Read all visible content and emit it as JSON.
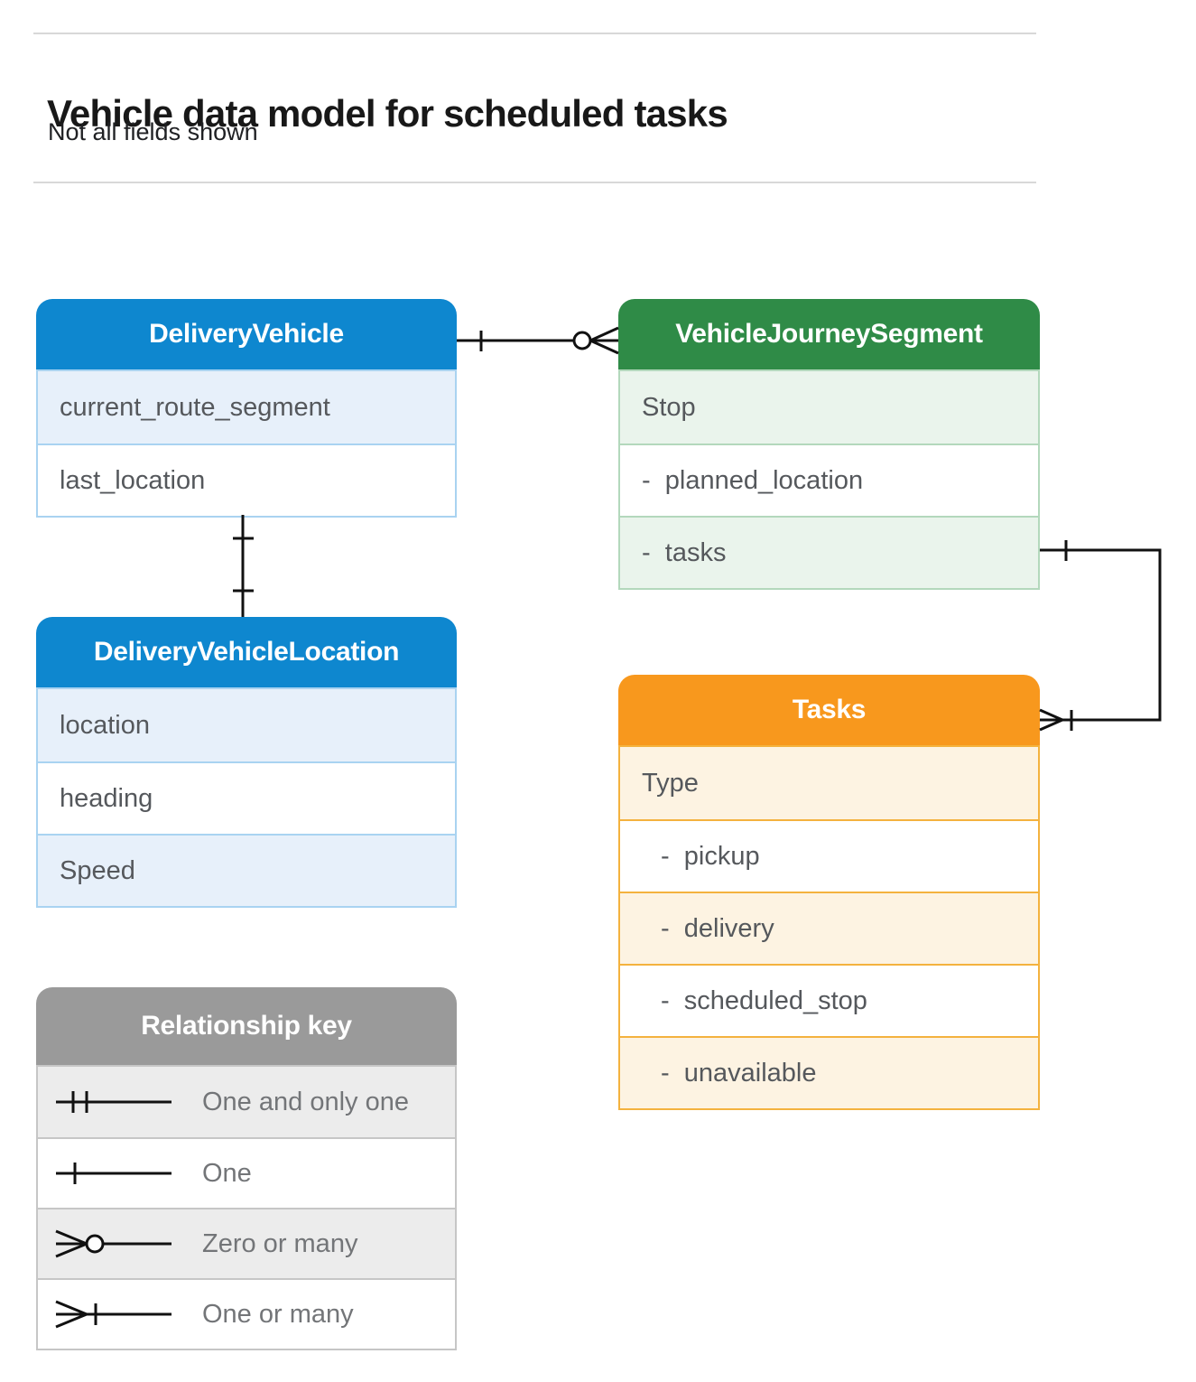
{
  "page": {
    "title": "Vehicle data model for scheduled tasks",
    "subtitle": "Not all fields shown"
  },
  "entities": [
    {
      "name": "DeliveryVehicle",
      "color": "#0e87cf",
      "row_tint": "#e7f0fa",
      "fields": [
        {
          "label": "current_route_segment"
        },
        {
          "label": "last_location"
        }
      ]
    },
    {
      "name": "VehicleJourneySegment",
      "color": "#2f8b47",
      "row_tint": "#eaf4ec",
      "fields": [
        {
          "label": "Stop"
        },
        {
          "label": "-  planned_location"
        },
        {
          "label": "-  tasks"
        }
      ]
    },
    {
      "name": "DeliveryVehicleLocation",
      "color": "#0e87cf",
      "row_tint": "#e7f0fa",
      "fields": [
        {
          "label": "location"
        },
        {
          "label": "heading"
        },
        {
          "label": "Speed"
        }
      ]
    },
    {
      "name": "Tasks",
      "color": "#f8981d",
      "row_tint": "#fdf3e2",
      "fields": [
        {
          "label": "Type"
        },
        {
          "label": "-  pickup"
        },
        {
          "label": "-  delivery"
        },
        {
          "label": "-  scheduled_stop"
        },
        {
          "label": "-  unavailable"
        }
      ]
    }
  ],
  "legend": {
    "title": "Relationship key",
    "color": "#9a9a9a",
    "items": [
      {
        "symbol": "one-and-only-one",
        "label": "One and only one"
      },
      {
        "symbol": "one",
        "label": "One"
      },
      {
        "symbol": "zero-or-many",
        "label": "Zero or many"
      },
      {
        "symbol": "one-or-many",
        "label": "One or many"
      }
    ]
  },
  "relationships": [
    {
      "from": "DeliveryVehicle",
      "to": "VehicleJourneySegment",
      "from_cardinality": "one",
      "to_cardinality": "zero-or-many"
    },
    {
      "from": "DeliveryVehicle",
      "to": "DeliveryVehicleLocation",
      "from_cardinality": "one",
      "to_cardinality": "one"
    },
    {
      "from": "VehicleJourneySegment.tasks",
      "to": "Tasks",
      "from_cardinality": "one",
      "to_cardinality": "one-or-many"
    }
  ],
  "colors": {
    "blue": "#0e87cf",
    "green": "#2f8b47",
    "orange": "#f8981d",
    "gray": "#9a9a9a",
    "line": "#111111",
    "rule": "#d8d8d8",
    "field_text": "#55585c"
  }
}
